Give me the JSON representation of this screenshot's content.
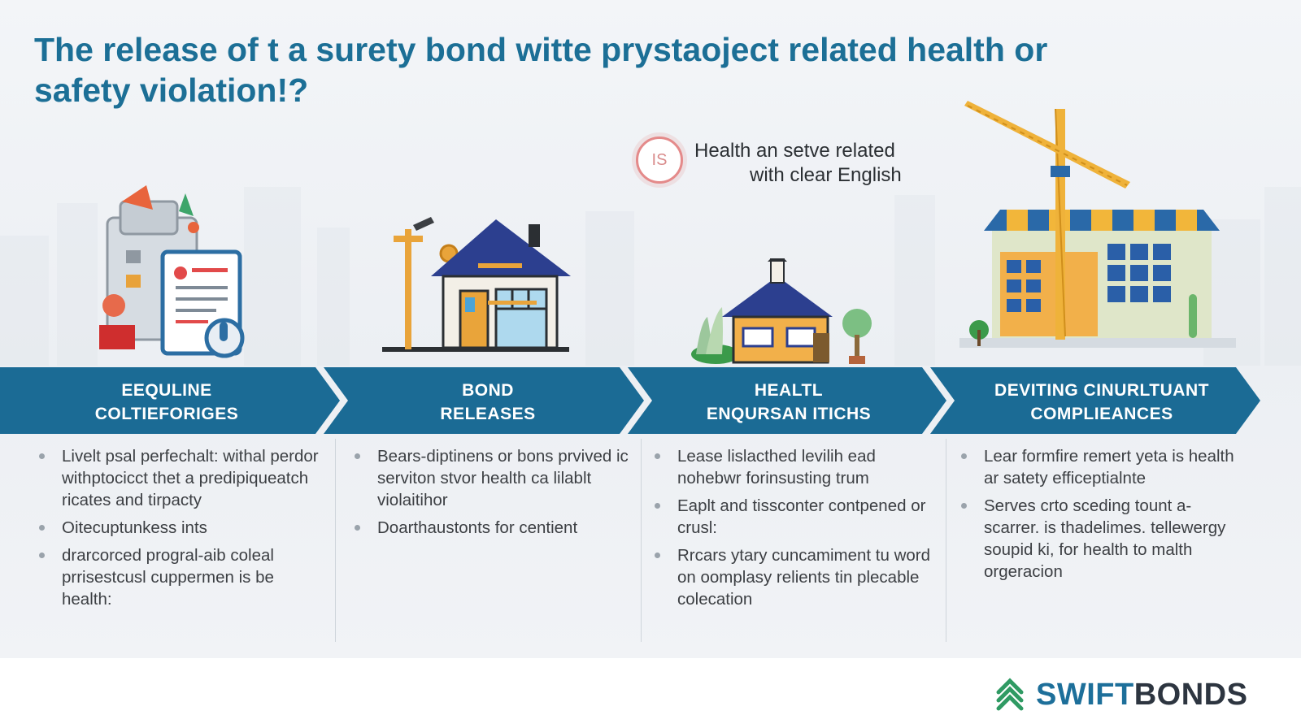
{
  "title": "The release of t a surety bond witte prystaoject related health or safety violation!?",
  "callout": {
    "badge": "IS",
    "line1": "Health an setve related",
    "line2": "with clear English"
  },
  "steps": [
    {
      "label_line1": "EEQULINE",
      "label_line2": "COLTIEFORIGES",
      "bullets": [
        "Livelt psal perfechalt: withal perdor withptocicct thet a predipiqueatch ricates and tirpacty",
        "Oitecuptunkess ints",
        "drarcorced progral-aib coleal prrisestcusl cuppermen is be health:"
      ]
    },
    {
      "label_line1": "BOND",
      "label_line2": "RELEASES",
      "bullets": [
        "Bears-diptinens or bons prvived ic serviton stvor health ca lilablt violaitihor",
        "Doarthaustonts for centient"
      ]
    },
    {
      "label_line1": "HEALTL",
      "label_line2": "ENQURSAN ITICHS",
      "bullets": [
        "Lease lislacthed levilih ead nohebwr forinsusting trum",
        "Eaplt and tissconter contpened or crusl:",
        "Rrcars ytary cuncamiment tu word on oomplasy relients tin plecable colecation"
      ]
    },
    {
      "label_line1": "DEVITING CINURLTUANT",
      "label_line2": "COMPLIEANCES",
      "bullets": [
        "Lear formfire remert yeta is health ar satety efficeptialnte",
        "Serves crto sceding tount a-scarrer. is thadelimes. tellewergy soupid ki, for health to malth orgeracion"
      ]
    }
  ],
  "logo": {
    "part1": "SWIFT",
    "part2": "BONDS"
  },
  "colors": {
    "band": "#1b6b95",
    "title": "#1c6f96",
    "logo_primary": "#1d6f9a",
    "logo_green": "#2f9a63"
  }
}
